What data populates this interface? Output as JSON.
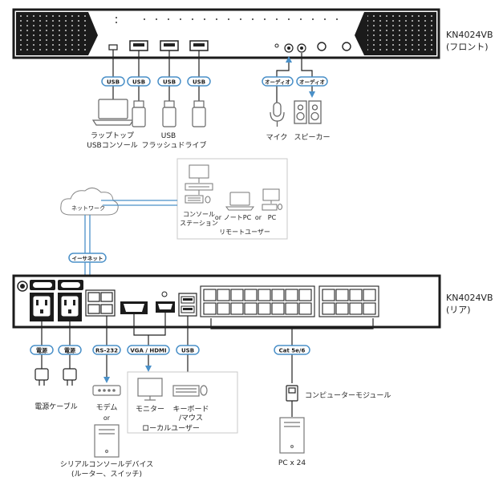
{
  "front": {
    "model": "KN4024VB",
    "label": "(フロント)",
    "badges": {
      "usb1": "USB",
      "usb2": "USB",
      "usb3": "USB",
      "usb4": "USB",
      "audio1": "オーディオ",
      "audio2": "オーディオ"
    },
    "devices": {
      "laptop_line1": "ラップトップ",
      "laptop_line2": "USBコンソール",
      "usb_line1": "USB",
      "usb_line2": "フラッシュドライブ",
      "mic": "マイク",
      "speaker": "スピーカー"
    }
  },
  "network": {
    "cloud": "ネットワーク",
    "remote": {
      "console_line1": "コンソール",
      "console_line2": "ステーション",
      "or1": "or",
      "notepc": "ノートPC",
      "or2": "or",
      "pc": "PC",
      "title": "リモートユーザー"
    },
    "ethernet_badge": "イーサネット"
  },
  "rear": {
    "model": "KN4024VB",
    "label": "(リア)",
    "badges": {
      "power1": "電源",
      "power2": "電源",
      "rs232": "RS-232",
      "vga": "VGA / HDMI",
      "usb": "USB",
      "cat": "Cat 5e/6"
    },
    "devices": {
      "power_cable": "電源ケーブル",
      "modem": "モデム",
      "or": "or",
      "serial_line1": "シリアルコンソールデバイス",
      "serial_line2": "(ルーター、スイッチ)",
      "monitor": "モニター",
      "keyboard_line1": "キーボード",
      "keyboard_line2": "/マウス",
      "local_user": "ローカルユーザー",
      "computer_module": "コンピューターモジュール",
      "pc_count": "PC x 24"
    }
  },
  "colors": {
    "accent": "#4a90c8",
    "line": "#222222",
    "panel": "#ffffff"
  }
}
